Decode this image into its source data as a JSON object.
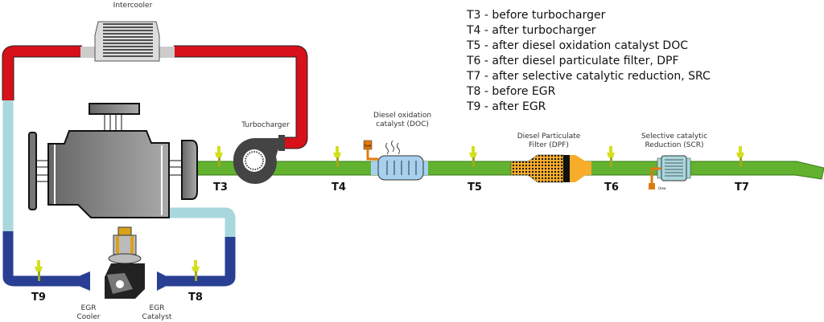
{
  "labels": {
    "intercooler": "Intercooler",
    "turbocharger": "Turbocharger",
    "doc_line1": "Diesel oxidation",
    "doc_line2": "catalyst (DOC)",
    "dpf_line1": "Diesel Particulate",
    "dpf_line2": "Filter (DPF)",
    "scr_line1": "Selective catalytic",
    "scr_line2": "Reduction (SCR)",
    "fuel": "Fuel",
    "urea": "Urea",
    "egr_cooler_line1": "EGR",
    "egr_cooler_line2": "Cooler",
    "egr_catalyst_line1": "EGR",
    "egr_catalyst_line2": "Catalyst"
  },
  "sensors": {
    "t3": "T3",
    "t4": "T4",
    "t5": "T5",
    "t6": "T6",
    "t7": "T7",
    "t8": "T8",
    "t9": "T9"
  },
  "legend": [
    "T3 - before turbocharger",
    "T4 - after turbocharger",
    "T5 - after diesel oxidation catalyst DOC",
    "T6 - after diesel particulate filter, DPF",
    "T7 - after selective catalytic reduction, SRC",
    "T8 - before EGR",
    "T9 - after EGR"
  ],
  "colors": {
    "exhaust": "#62b22f",
    "charge_air": "#d7101a",
    "egr_hot": "#a8d8de",
    "egr_cool": "#283f93",
    "sensor": "#d4df1c",
    "dpf": "#f7ad2a",
    "doc": "#a7d0ef"
  }
}
